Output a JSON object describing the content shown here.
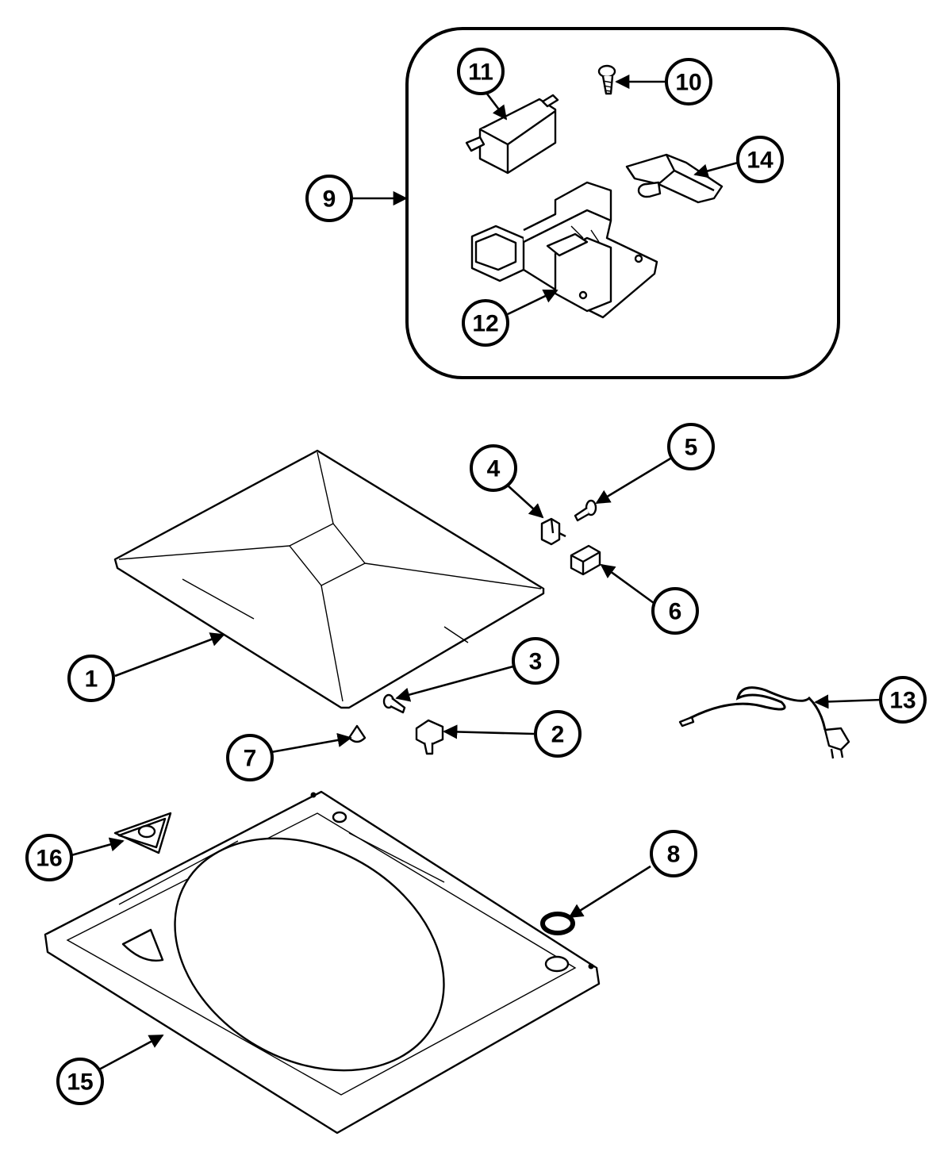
{
  "diagram": {
    "callouts": [
      {
        "id": "1",
        "label": "1"
      },
      {
        "id": "2",
        "label": "2"
      },
      {
        "id": "3",
        "label": "3"
      },
      {
        "id": "4",
        "label": "4"
      },
      {
        "id": "5",
        "label": "5"
      },
      {
        "id": "6",
        "label": "6"
      },
      {
        "id": "7",
        "label": "7"
      },
      {
        "id": "8",
        "label": "8"
      },
      {
        "id": "9",
        "label": "9"
      },
      {
        "id": "10",
        "label": "10"
      },
      {
        "id": "11",
        "label": "11"
      },
      {
        "id": "12",
        "label": "12"
      },
      {
        "id": "13",
        "label": "13"
      },
      {
        "id": "14",
        "label": "14"
      },
      {
        "id": "15",
        "label": "15"
      },
      {
        "id": "16",
        "label": "16"
      }
    ]
  },
  "colors": {
    "line": "#000000",
    "background": "#ffffff"
  }
}
